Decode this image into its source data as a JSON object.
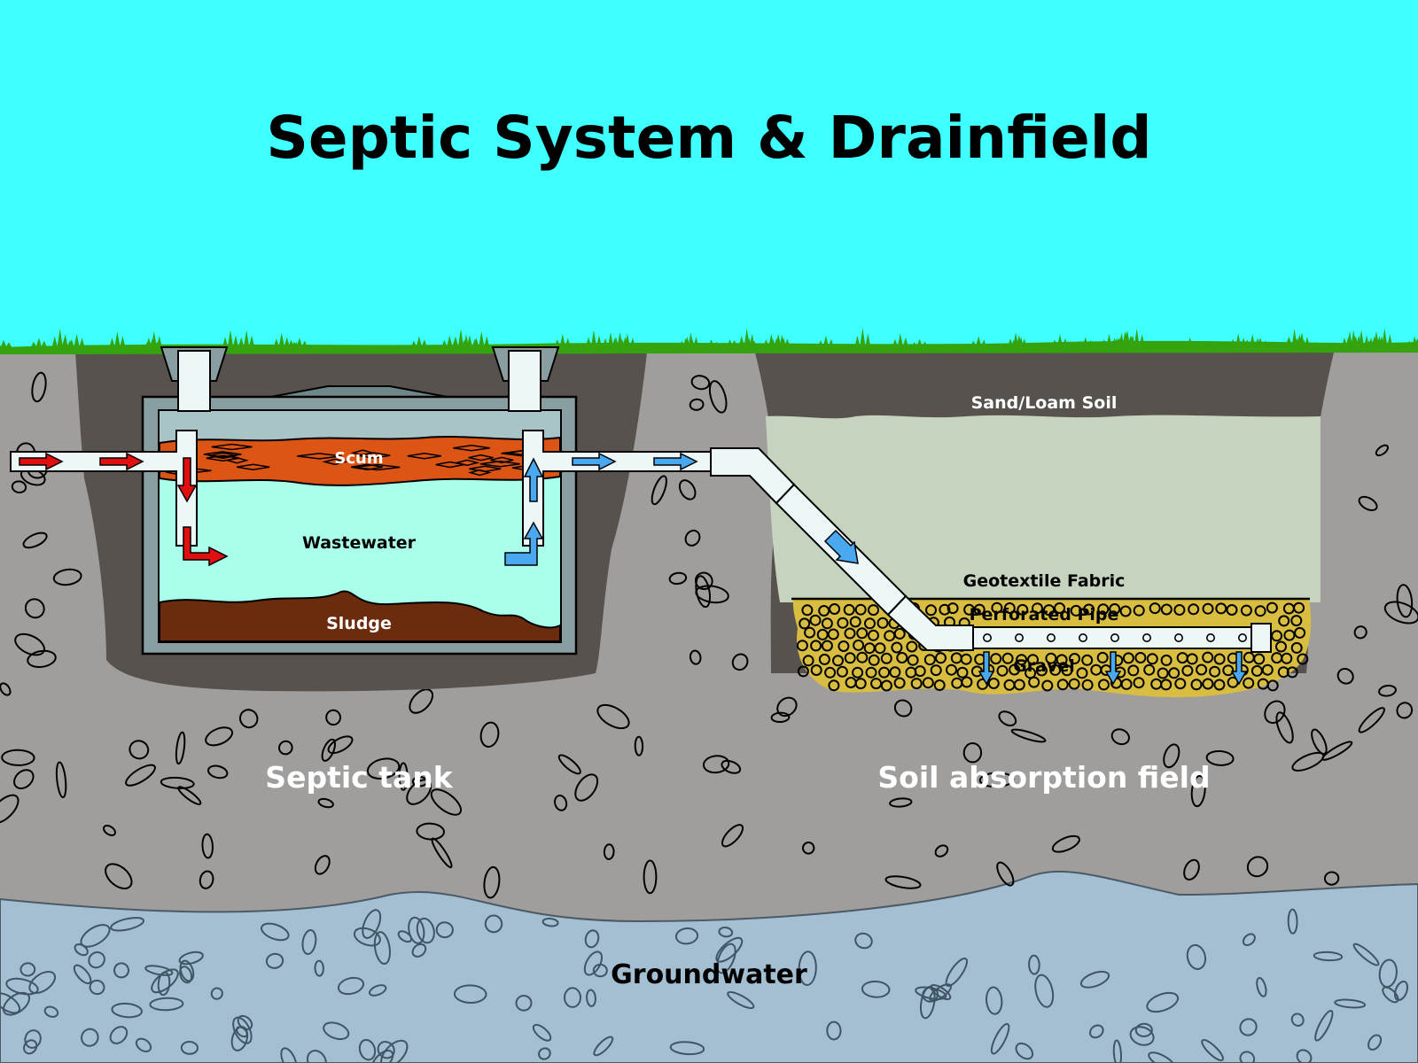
{
  "title": "Septic System & Drainfield",
  "labels": {
    "scum": "Scum",
    "wastewater": "Wastewater",
    "sludge": "Sludge",
    "sand_loam_soil": "Sand/Loam Soil",
    "geotextile_fabric": "Geotextile Fabric",
    "perforated_pipe": "Perforated Pipe",
    "gravel": "Gravel",
    "septic_tank": "Septic tank",
    "soil_absorption_field": "Soil absorption field",
    "groundwater": "Groundwater"
  },
  "colors": {
    "sky": "#40FFFF",
    "grass": "#35A30E",
    "soil": "#A09E9C",
    "dark_soil": "#57524E",
    "tank_wall": "#889EA0",
    "tank_air": "#A9C4C6",
    "scum": "#DC5514",
    "wastewater": "#A9FFEA",
    "sludge": "#6A2C0C",
    "sand_loam": "#C6D3BE",
    "gravel": "#D9BD40",
    "groundwater": "#A4BFD1",
    "pipe": "#EDF7F7",
    "inflow_arrow": "#E01010",
    "outflow_arrow": "#4AA8F0"
  }
}
